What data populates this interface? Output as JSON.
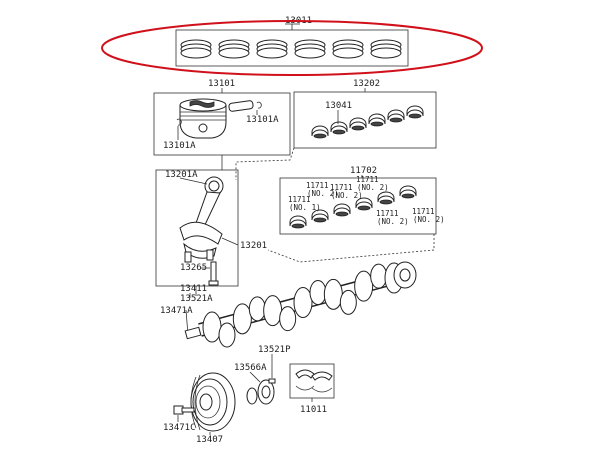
{
  "highlight_color": "#d0101a",
  "labels": {
    "ring_set": "13011",
    "piston_set": "13101",
    "piston_pin_clip_right": "13101A",
    "piston_pin_clip_left": "13101A",
    "rod_bearing_set": "13202",
    "rod_bearing": "13041",
    "main_bearing_set": "11702",
    "conrod_bushing": "13201A",
    "conrod": "13201",
    "conrod_bolt": "13265",
    "crankshaft": "13411",
    "crank_key": "13521A",
    "crank_pin": "13471A",
    "timing_gear_key": "13521P",
    "timing_gear": "13566A",
    "pulley_bolt": "13471C",
    "pulley": "13407",
    "thrust_washer_set": "11011"
  },
  "main_bearings": [
    {
      "code": "11711",
      "variant": "(NO. 1)"
    },
    {
      "code": "11711",
      "variant": "(NO. 2)"
    },
    {
      "code": "11711",
      "variant": "(NO. 2)"
    },
    {
      "code": "11711",
      "variant": "(NO. 2)"
    },
    {
      "code": "11711",
      "variant": "(NO. 2)"
    },
    {
      "code": "11711",
      "variant": "(NO. 2)"
    }
  ]
}
